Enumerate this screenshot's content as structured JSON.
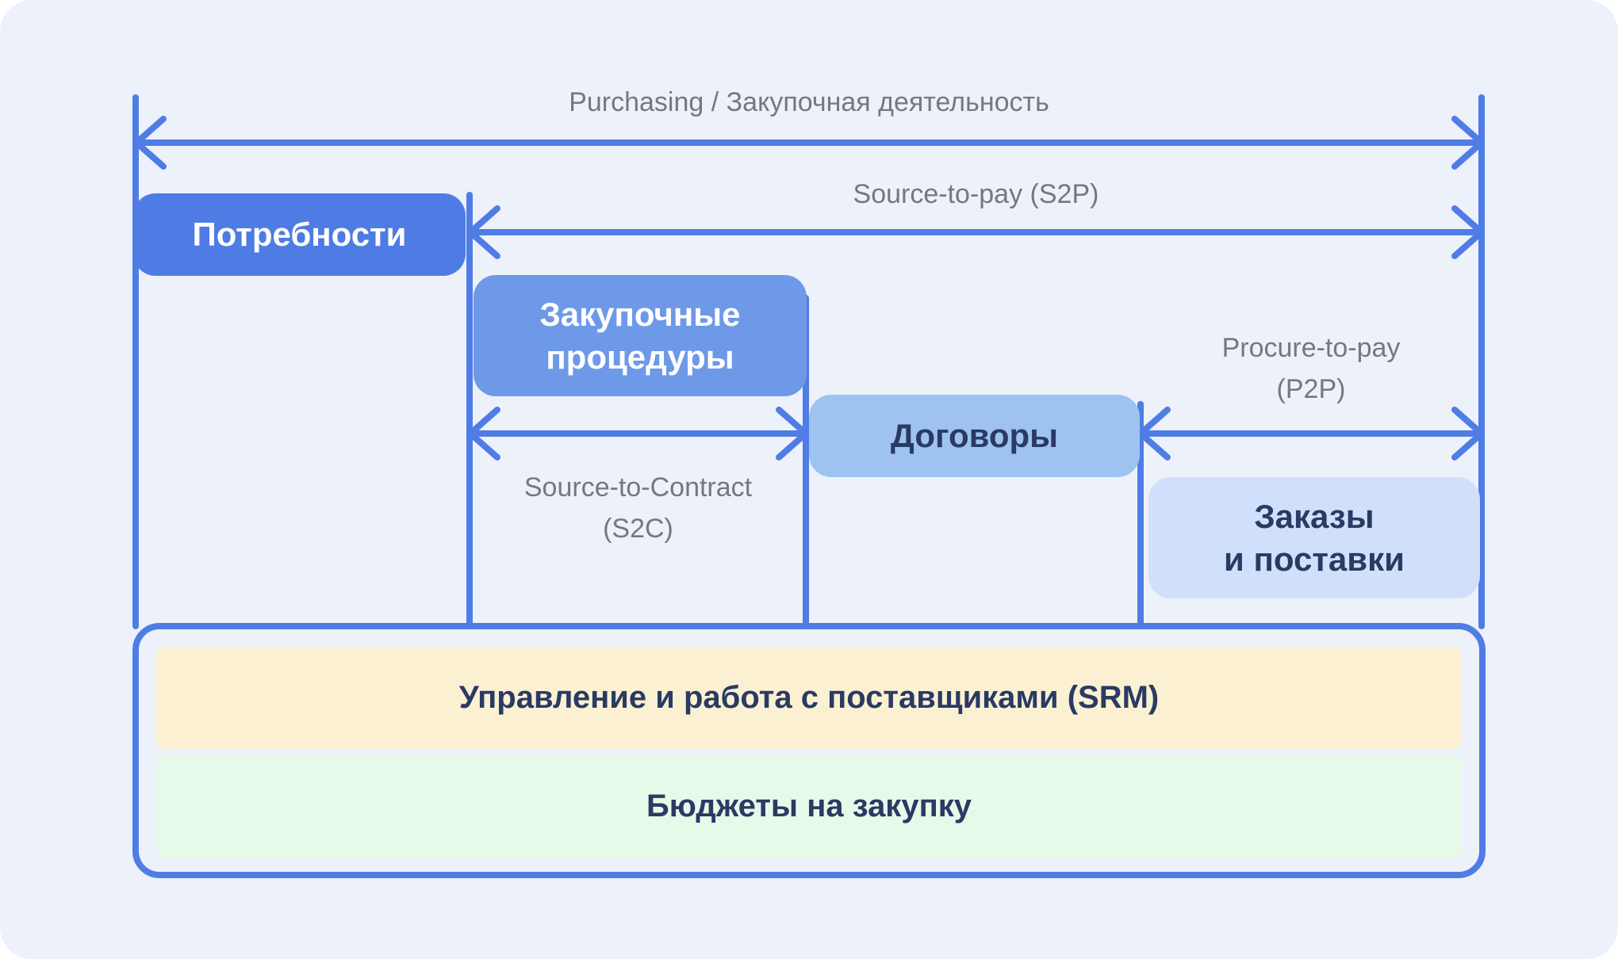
{
  "header": {
    "title": "Purchasing / Закупочная деятельность"
  },
  "spans": {
    "s2p": {
      "label": "Source-to-pay (S2P)"
    },
    "s2c": {
      "line1": "Source-to-Contract",
      "line2": "(S2C)"
    },
    "p2p": {
      "line1": "Procure-to-pay",
      "line2": "(P2P)"
    }
  },
  "stages": [
    {
      "id": "needs",
      "label": "Потребности",
      "color": "#4e7ce4"
    },
    {
      "id": "procedures",
      "line1": "Закупочные",
      "line2": "процедуры",
      "color": "#6e99e8"
    },
    {
      "id": "contracts",
      "label": "Договоры",
      "color": "#9ec3f1"
    },
    {
      "id": "orders",
      "line1": "Заказы",
      "line2": "и поставки",
      "color": "#d0e0fa"
    }
  ],
  "foundation": [
    {
      "id": "srm",
      "label": "Управление и работа с поставщиками (SRM)",
      "color": "#fbf1d2"
    },
    {
      "id": "budget",
      "label": "Бюджеты на закупку",
      "color": "#e7fae9"
    }
  ],
  "colors": {
    "background": "#edf1fa",
    "arrow_stroke": "#4f7ce5",
    "text_dark": "#2a3a63",
    "text_gray": "#75787e",
    "text_light": "#ffffff"
  }
}
